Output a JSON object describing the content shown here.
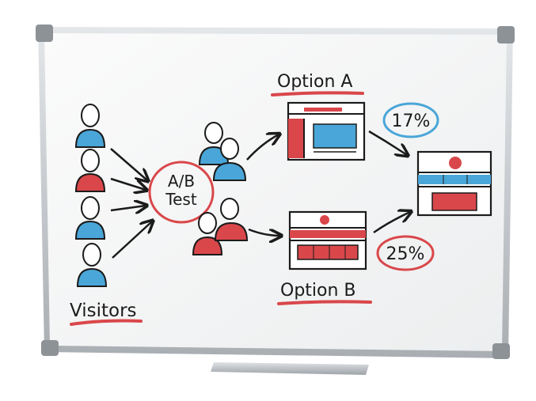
{
  "board": {
    "labels": {
      "visitors": "Visitors",
      "ab_test_line1": "A/B",
      "ab_test_line2": "Test",
      "option_a": "Option A",
      "option_b": "Option B",
      "option_a_rate": "17%",
      "option_b_rate": "25%"
    },
    "colors": {
      "blue": "#4aa6d8",
      "red": "#d9474a",
      "ink": "#1b1b1b",
      "frame": "#c8ccd0",
      "surface": "#f6f7f7"
    }
  }
}
